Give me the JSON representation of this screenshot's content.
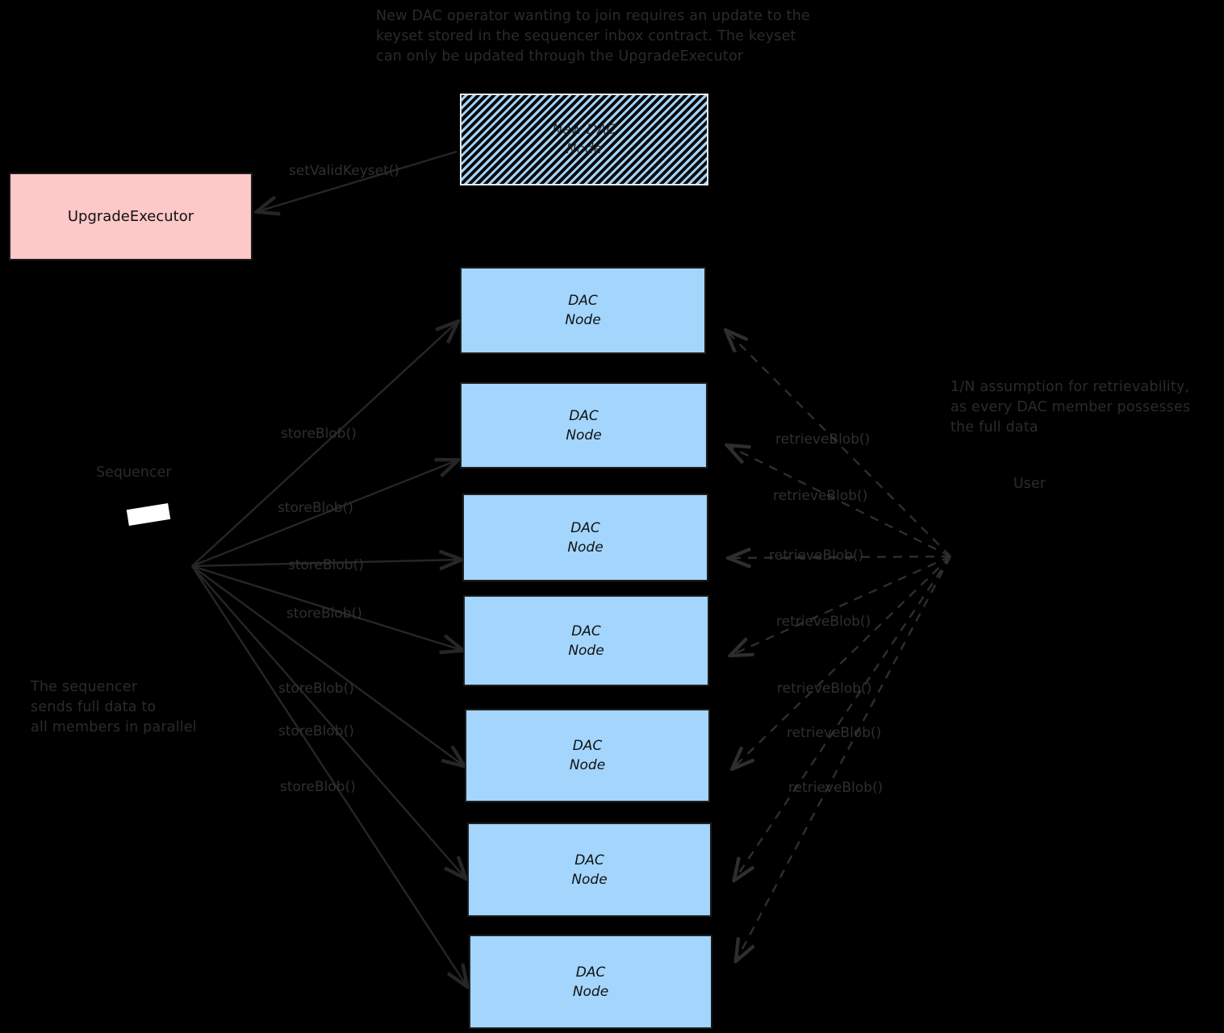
{
  "diagram": {
    "title_note": "New DAC operator wanting to join requires an update to the\nkeyset stored in the sequencer inbox contract. The keyset\ncan only be updated through the UpgradeExecutor",
    "left_note": "The sequencer\nsends full data to\nall members in parallel",
    "right_note": "1/N assumption for retrievability,\nas every DAC member possesses\nthe full data",
    "colors": {
      "background": "#000000",
      "node_fill": "#a3d5fd",
      "executor_fill": "#fcc8c8",
      "stroke": "#1d1d1d",
      "text": "#2b2b2b"
    }
  },
  "actors": {
    "sequencer_label": "Sequencer",
    "user_label": "User"
  },
  "boxes": {
    "upgrade_executor": {
      "label": "UpgradeExecutor"
    },
    "new_dac_node": {
      "label": "New DAC\nNode"
    }
  },
  "dac_nodes": [
    {
      "label": "DAC\nNode"
    },
    {
      "label": "DAC\nNode"
    },
    {
      "label": "DAC\nNode"
    },
    {
      "label": "DAC\nNode"
    },
    {
      "label": "DAC\nNode"
    },
    {
      "label": "DAC\nNode"
    },
    {
      "label": "DAC\nNode"
    }
  ],
  "edges": {
    "set_valid_keyset": "setValidKeyset()",
    "store_blob": [
      "storeBlob()",
      "storeBlob()",
      "storeBlob()",
      "storeBlob()",
      "storeBlob()",
      "storeBlob()",
      "storeBlob()"
    ],
    "retrieve_blob": [
      "retrieveBlob()",
      "retrieveBlob()",
      "retrieveBlob()",
      "retrieveBlob()",
      "retrieveBlob()",
      "retrieveBlob()",
      "retrieveBlob()"
    ]
  }
}
